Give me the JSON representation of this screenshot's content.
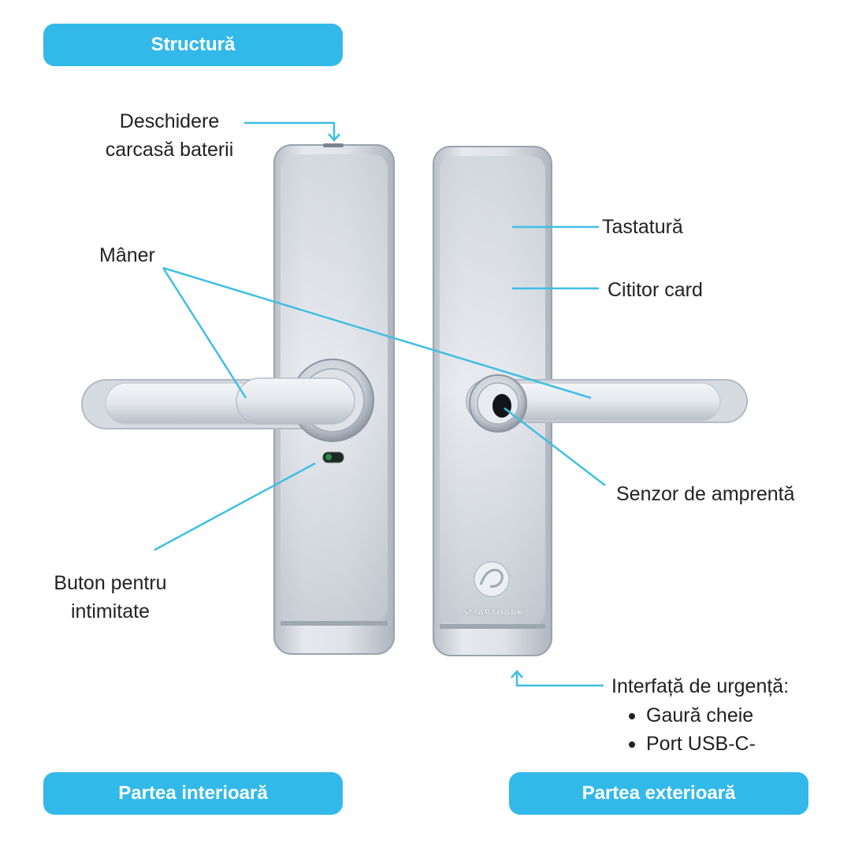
{
  "header": {
    "title": "Structură"
  },
  "callouts": {
    "battery_cover_line1": "Deschidere",
    "battery_cover_line2": "carcasă baterii",
    "handle": "Mâner",
    "keypad": "Tastatură",
    "card_reader": "Cititor card",
    "fingerprint_sensor": "Senzor de amprentă",
    "privacy_button_line1": "Buton pentru",
    "privacy_button_line2": "intimitate",
    "emergency_title": "Interfață de urgență:",
    "emergency_items": [
      "Gaură cheie",
      "Port USB-C-"
    ]
  },
  "footer": {
    "inside_label": "Partea interioară",
    "outside_label": "Partea exterioară"
  },
  "product": {
    "logo_text": "SMARTDARK"
  },
  "colors": {
    "accent": "#32b9ea",
    "leader_line": "#3fbfe3",
    "metal_light": "#e9ecf1",
    "metal_dark": "#aab1bb"
  }
}
